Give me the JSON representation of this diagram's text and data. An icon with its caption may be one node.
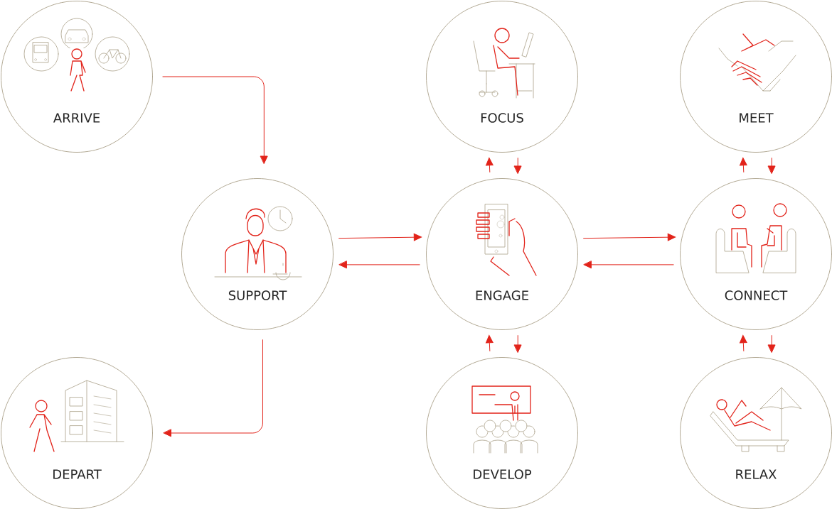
{
  "diagram": {
    "nodes": [
      {
        "text": [
          "ARRIVE"
        ]
      },
      {
        "text": [
          "FOCUS"
        ]
      },
      {
        "text": [
          "MEET"
        ]
      },
      {
        "text": [
          "SUPPORT"
        ]
      },
      {
        "text": [
          "ENGAGE"
        ]
      },
      {
        "text": [
          "CONNECT"
        ]
      },
      {
        "text": [
          "DEPART"
        ]
      },
      {
        "text": [
          "DEVELOP"
        ]
      },
      {
        "text": [
          "RELAX"
        ]
      }
    ],
    "edges": [
      {
        "from": 0,
        "to": 3,
        "arrow": "to"
      },
      {
        "from": 3,
        "to": 4,
        "arrow": "to"
      },
      {
        "from": 4,
        "to": 3,
        "arrow": "to"
      },
      {
        "from": 4,
        "to": 1,
        "arrow": "to"
      },
      {
        "from": 1,
        "to": 4,
        "arrow": "to"
      },
      {
        "from": 4,
        "to": 5,
        "arrow": "to"
      },
      {
        "from": 5,
        "to": 4,
        "arrow": "to"
      },
      {
        "from": 5,
        "to": 2,
        "arrow": "to"
      },
      {
        "from": 2,
        "to": 5,
        "arrow": "to"
      },
      {
        "from": 4,
        "to": 7,
        "arrow": "to"
      },
      {
        "from": 7,
        "to": 4,
        "arrow": "to"
      },
      {
        "from": 5,
        "to": 8,
        "arrow": "to"
      },
      {
        "from": 8,
        "to": 5,
        "arrow": "to"
      },
      {
        "from": 3,
        "to": 6,
        "arrow": "to"
      }
    ]
  }
}
